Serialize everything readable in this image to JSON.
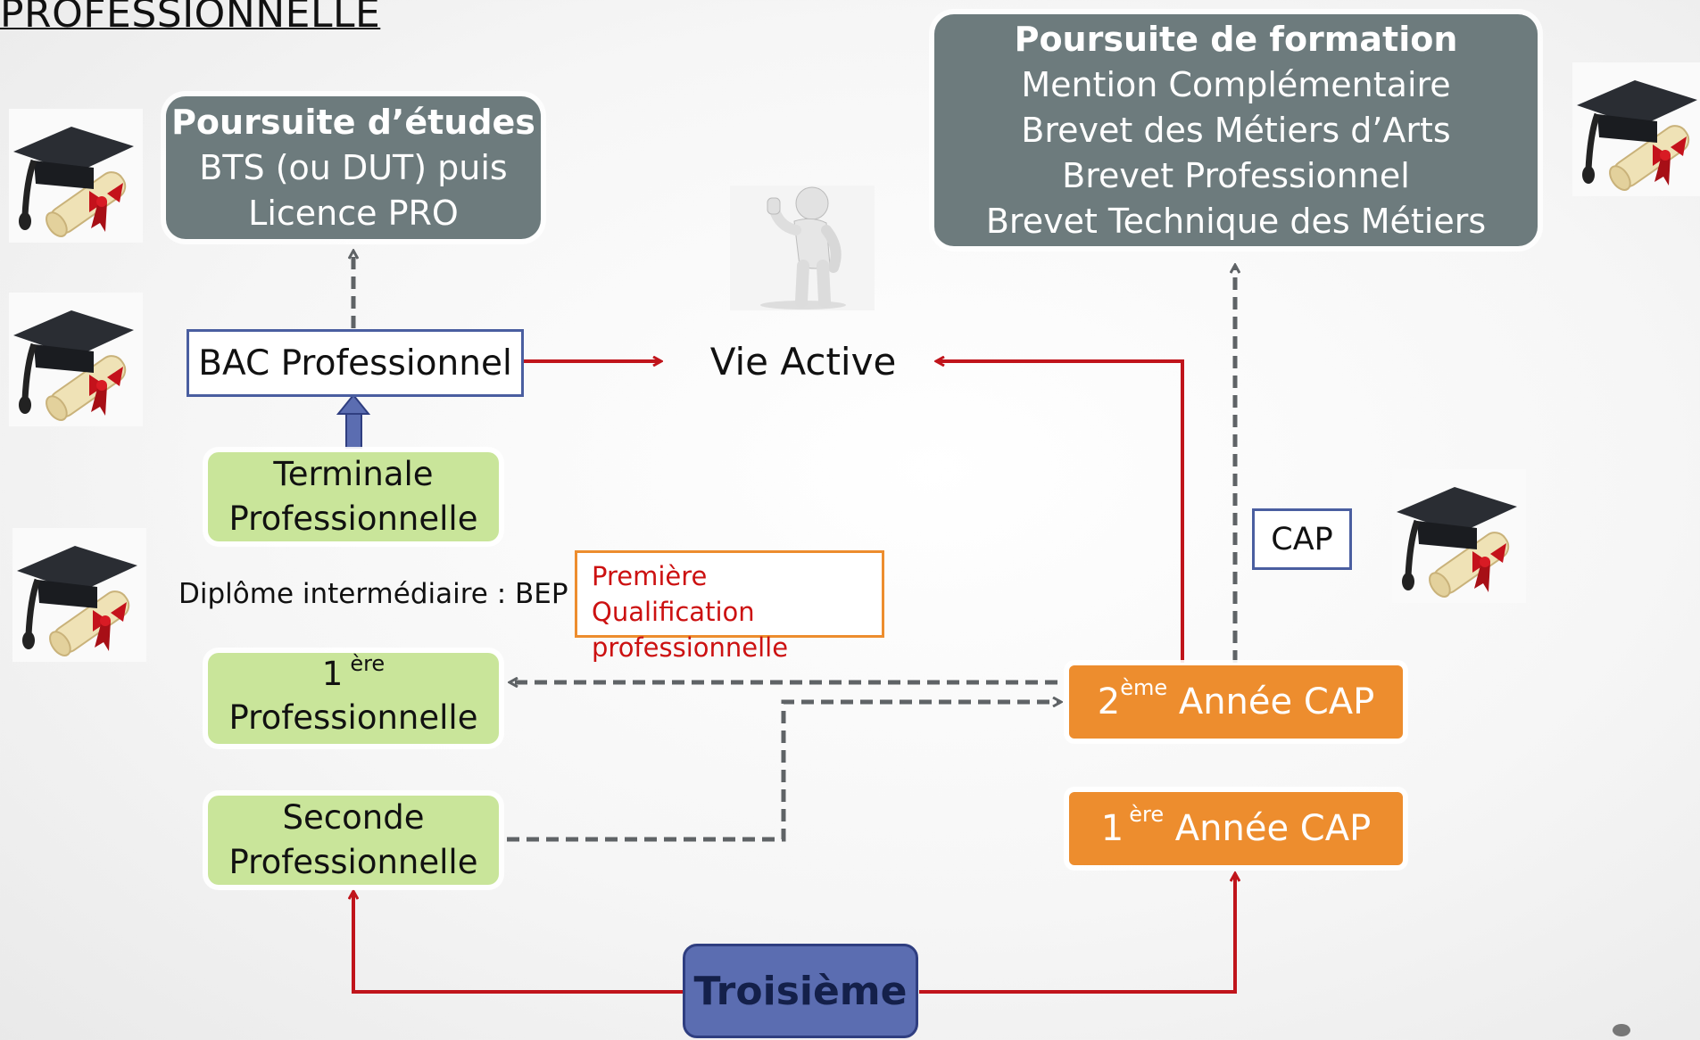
{
  "slide_title": "PROFESSIONNELLE",
  "top_left": {
    "heading": "Poursuite d’études",
    "lines": [
      "BTS (ou DUT) puis",
      "Licence PRO"
    ]
  },
  "top_right": {
    "heading": "Poursuite de formation",
    "lines": [
      "Mention Complémentaire",
      "Brevet des Métiers d’Arts",
      "Brevet Professionnel",
      "Brevet Technique des Métiers"
    ]
  },
  "bac_pro": "BAC Professionnel",
  "vie_active": "Vie Active",
  "terminale": [
    "Terminale",
    "Professionnelle"
  ],
  "bep_label": "Diplôme intermédiaire : BEP",
  "qualification": [
    "Première Qualification",
    "professionnelle"
  ],
  "premiere_pro": {
    "num": "1",
    "sup": "ère",
    "line2": "Professionnelle"
  },
  "seconde_pro": [
    "Seconde",
    "Professionnelle"
  ],
  "cap_label": "CAP",
  "cap2": {
    "num": "2",
    "sup": "ème",
    "text": " Année CAP"
  },
  "cap1": {
    "num": "1",
    "sup": "ère",
    "text": " Année CAP"
  },
  "troisieme": "Troisième",
  "colors": {
    "dark_box": "#6d7b7d",
    "green": "#c9e59a",
    "orange": "#ed8d2e",
    "red_arrow": "#c0141b",
    "dash_arrow": "#5f6366",
    "blue": "#5b6db1"
  },
  "icons": [
    "graduation-cap-icon",
    "thumbs-up-figure-icon"
  ]
}
